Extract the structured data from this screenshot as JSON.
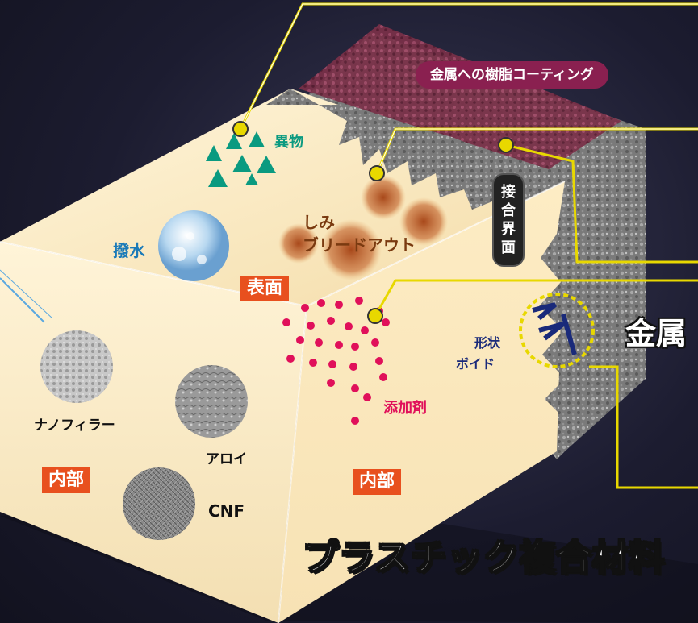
{
  "title": "プラスチック複合材料",
  "metal_label": "金属",
  "coating_label": "金属への樹脂コーティング",
  "interface_label": "接合界面",
  "surface_items": {
    "foreign": "異物",
    "stain_1": "しみ",
    "stain_2": "ブリードアウト",
    "water": "撥水",
    "additive": "添加剤",
    "void_1": "形状",
    "void_2": "ボイド"
  },
  "tags": {
    "surface": "表面",
    "interior_left": "内部",
    "interior_front": "内部"
  },
  "fillers": {
    "nano": "ナノフィラー",
    "alloy": "アロイ",
    "cnf": "CNF"
  },
  "colors": {
    "foreign": "#0a9a80",
    "water": "#1a7ab8",
    "additive": "#e0105a",
    "stain": "#7a3a10",
    "void": "#1a2a7a",
    "leader": "#e8d800",
    "tag": "#e8501e"
  }
}
